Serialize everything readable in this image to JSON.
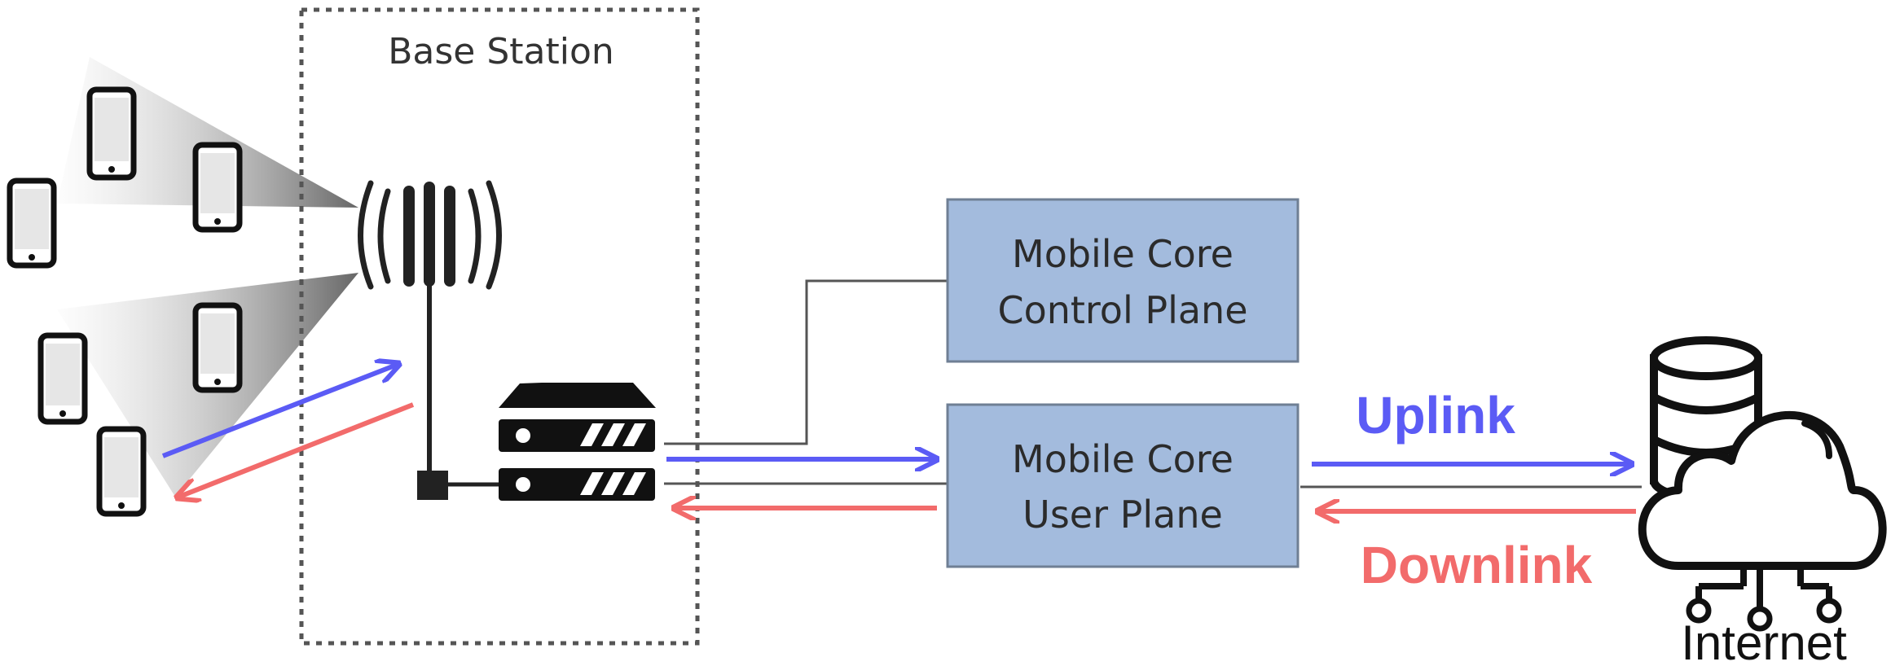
{
  "base_station": {
    "label": "Base Station"
  },
  "control_plane": {
    "line1": "Mobile Core",
    "line2": "Control Plane"
  },
  "user_plane": {
    "line1": "Mobile Core",
    "line2": "User Plane"
  },
  "uplink": {
    "label": "Uplink",
    "color": "#5b5bf5"
  },
  "downlink": {
    "label": "Downlink",
    "color": "#f26b6b"
  },
  "internet": {
    "label": "Internet"
  },
  "colors": {
    "box_fill": "#a3bbdd",
    "box_stroke": "#6f7f94",
    "line": "#555555",
    "beam": "#9a9a9a"
  },
  "icons": [
    "smartphone-icon",
    "antenna-icon",
    "server-icon",
    "database-icon",
    "cloud-icon"
  ]
}
